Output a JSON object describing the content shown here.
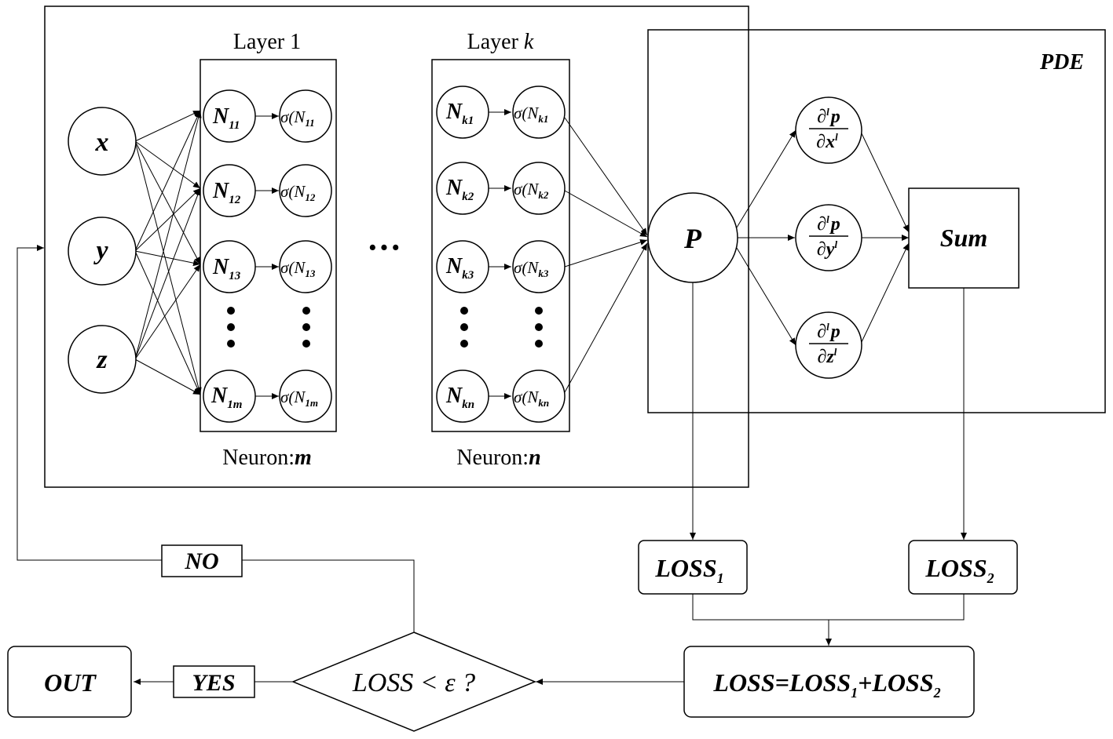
{
  "inputs": [
    "x",
    "y",
    "z"
  ],
  "layer1": {
    "title_prefix": "Layer ",
    "title_index": "1",
    "neuron_label_prefix": "Neuron:",
    "neuron_label_var": "m",
    "neurons": [
      "11",
      "12",
      "13",
      "1m"
    ]
  },
  "layerk": {
    "title_prefix": "Layer ",
    "title_index": "k",
    "neuron_label_prefix": "Neuron:",
    "neuron_label_var": "n",
    "neurons": [
      "k1",
      "k2",
      "k3",
      "kn"
    ]
  },
  "neuron_symbol": "N",
  "activation_symbol": "σ(N",
  "ellipsis": "···",
  "output_node": "P",
  "pde": {
    "title": "PDE",
    "partial": "∂",
    "order": "l",
    "numer_var": "p",
    "denominators": [
      "x",
      "y",
      "z"
    ],
    "sum_label": "Sum"
  },
  "loss1": {
    "base": "LOSS",
    "sub": "1"
  },
  "loss2": {
    "base": "LOSS",
    "sub": "2"
  },
  "total_loss": {
    "a": "LOSS=LOSS",
    "sub1": "1",
    "b": "+LOSS",
    "sub2": "2"
  },
  "decision": {
    "text": "LOSS < ε ?"
  },
  "yes_label": "YES",
  "no_label": "NO",
  "out_label": "OUT"
}
